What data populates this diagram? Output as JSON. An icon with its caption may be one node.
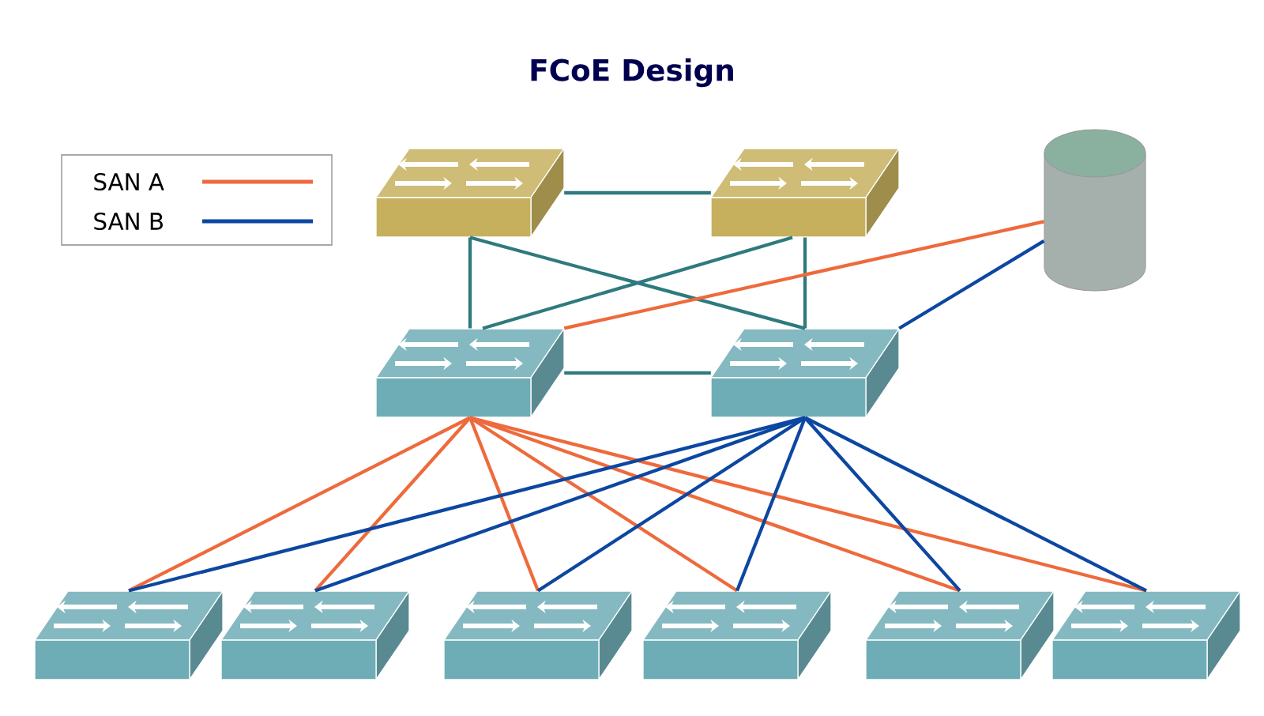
{
  "diagram": {
    "title": "FCoE Design",
    "nodes": [
      {
        "text": [],
        "shape": "box"
      },
      {
        "text": [],
        "shape": "box"
      },
      {
        "text": [],
        "shape": "cylinder"
      },
      {
        "text": [],
        "shape": "box"
      },
      {
        "text": [],
        "shape": "box"
      },
      {
        "text": [],
        "shape": "box"
      },
      {
        "text": [],
        "shape": "box"
      },
      {
        "text": [],
        "shape": "box"
      },
      {
        "text": [],
        "shape": "box"
      },
      {
        "text": [],
        "shape": "box"
      },
      {
        "text": [],
        "shape": "box"
      }
    ],
    "edges": [
      {
        "from": 0,
        "to": 1,
        "arrow": "none",
        "color": "#2e7a7e"
      },
      {
        "from": 0,
        "to": 3,
        "arrow": "none",
        "color": "#2e7a7e"
      },
      {
        "from": 0,
        "to": 4,
        "arrow": "none",
        "color": "#2e7a7e"
      },
      {
        "from": 1,
        "to": 3,
        "arrow": "none",
        "color": "#2e7a7e"
      },
      {
        "from": 1,
        "to": 4,
        "arrow": "none",
        "color": "#2e7a7e"
      },
      {
        "from": 3,
        "to": 4,
        "arrow": "none",
        "color": "#2e7a7e"
      },
      {
        "from": 2,
        "to": 3,
        "arrow": "none",
        "color": "#ee6a3c"
      },
      {
        "from": 2,
        "to": 4,
        "arrow": "none",
        "color": "#0c47a1"
      },
      {
        "from": 3,
        "to": 5,
        "arrow": "none",
        "color": "#ee6a3c"
      },
      {
        "from": 3,
        "to": 6,
        "arrow": "none",
        "color": "#ee6a3c"
      },
      {
        "from": 3,
        "to": 7,
        "arrow": "none",
        "color": "#ee6a3c"
      },
      {
        "from": 3,
        "to": 8,
        "arrow": "none",
        "color": "#ee6a3c"
      },
      {
        "from": 3,
        "to": 9,
        "arrow": "none",
        "color": "#ee6a3c"
      },
      {
        "from": 3,
        "to": 10,
        "arrow": "none",
        "color": "#ee6a3c"
      },
      {
        "from": 4,
        "to": 5,
        "arrow": "none",
        "color": "#0c47a1"
      },
      {
        "from": 4,
        "to": 6,
        "arrow": "none",
        "color": "#0c47a1"
      },
      {
        "from": 4,
        "to": 7,
        "arrow": "none",
        "color": "#0c47a1"
      },
      {
        "from": 4,
        "to": 8,
        "arrow": "none",
        "color": "#0c47a1"
      },
      {
        "from": 4,
        "to": 9,
        "arrow": "none",
        "color": "#0c47a1"
      },
      {
        "from": 4,
        "to": 10,
        "arrow": "none",
        "color": "#0c47a1"
      }
    ],
    "legend": [
      {
        "text": "SAN A",
        "color": "#ee6a3c"
      },
      {
        "text": "SAN B",
        "color": "#0c47a1"
      }
    ]
  }
}
